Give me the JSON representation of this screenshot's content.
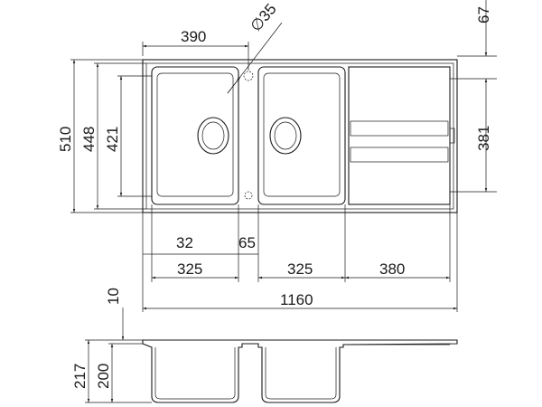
{
  "dimensions": {
    "width_total": "1160",
    "basin_pitch": "390",
    "hole_dia": "∅35",
    "depth_top": "67",
    "overall_depth": "510",
    "depth_448": "448",
    "bowl_depth": "421",
    "drainer_depth": "381",
    "offset_32": "32",
    "gap_65": "65",
    "bowl1_width": "325",
    "bowl2_width": "325",
    "drainer_width": "380",
    "rim_thickness": "10",
    "height_217": "217",
    "height_200": "200"
  },
  "colors": {
    "line": "#1a1a1a",
    "background": "#ffffff"
  }
}
